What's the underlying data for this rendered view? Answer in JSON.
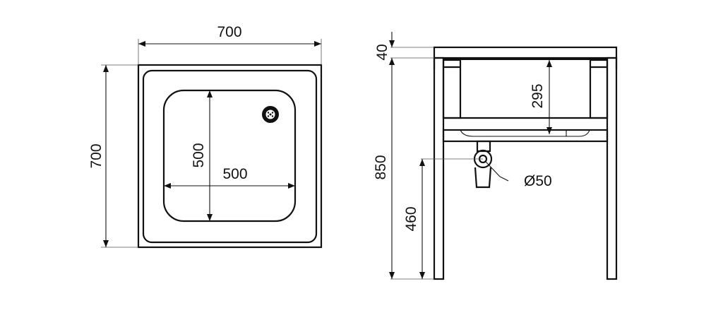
{
  "top_view": {
    "width_label": "700",
    "depth_label": "700",
    "bowl_depth_label": "500",
    "bowl_width_label": "500"
  },
  "side_view": {
    "slab_thickness_label": "40",
    "height_label": "850",
    "bowl_depth_label": "295",
    "drain_height_label": "460",
    "drain_diameter_label": "Ø50"
  }
}
